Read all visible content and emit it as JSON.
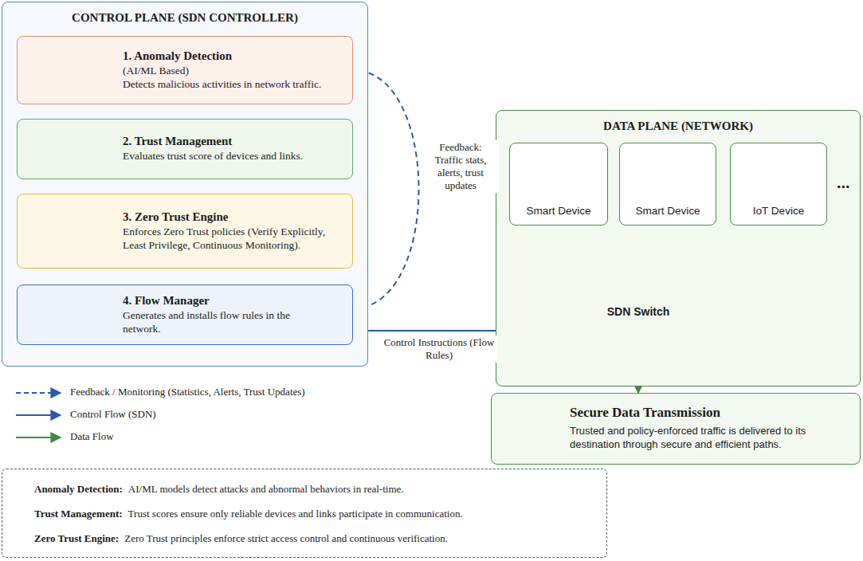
{
  "diagram": {
    "nodes": [
      {
        "text": [
          "CONTROL PLANE (SDN CONTROLLER)"
        ]
      },
      {
        "text": [
          "1. Anomaly Detection",
          "(AI/ML Based)",
          "Detects malicious activities in network traffic."
        ],
        "in": 0
      },
      {
        "text": [
          "2. Trust Management",
          "Evaluates trust score of devices and links."
        ],
        "in": 0
      },
      {
        "text": [
          "3. Zero Trust Engine",
          "Enforces Zero Trust policies (Verify Explicitly, Least Privilege, Continuous Monitoring)."
        ],
        "in": 0
      },
      {
        "text": [
          "4. Flow Manager",
          "Generates and installs flow rules in the network."
        ],
        "in": 0
      },
      {
        "text": [
          "DATA PLANE (NETWORK)"
        ]
      },
      {
        "text": [
          "Smart Device"
        ],
        "in": 5
      },
      {
        "text": [
          "Smart Device"
        ],
        "in": 5
      },
      {
        "text": [
          "IoT Device"
        ],
        "in": 5
      },
      {
        "text": [
          "SDN Switch"
        ],
        "in": 5
      },
      {
        "text": [
          "Secure Data Transmission",
          "Trusted and policy-enforced traffic is delivered to its destination through secure and efficient paths."
        ]
      },
      {
        "text": [
          "Anomaly Detection:",
          "AI/ML models detect attacks and abnormal behaviors in real-time.",
          "Trust Management:",
          "Trust scores ensure only reliable devices and links participate in communication.",
          "Zero Trust Engine:",
          "Zero Trust principles enforce strict access control and continuous verification."
        ]
      }
    ],
    "edges": [
      {
        "from": 1,
        "to": 2,
        "arrow": "to"
      },
      {
        "from": 2,
        "to": 3,
        "arrow": "to"
      },
      {
        "from": 3,
        "to": 4,
        "arrow": "to"
      },
      {
        "from": 4,
        "to": 9,
        "label": "Control Instructions (Flow Rules)",
        "arrow": "to"
      },
      {
        "from": 4,
        "to": 1,
        "label": "Feedback: Traffic stats, alerts, trust updates",
        "arrow": "to"
      },
      {
        "from": 6,
        "to": 9,
        "arrow": "to"
      },
      {
        "from": 7,
        "to": 9,
        "arrow": "to"
      },
      {
        "from": 8,
        "to": 9,
        "arrow": "to"
      },
      {
        "from": 9,
        "to": 10,
        "arrow": "to"
      }
    ],
    "labels": [
      "..."
    ],
    "legend": [
      {
        "text": "Feedback / Monitoring (Statistics, Alerts, Trust Updates)"
      },
      {
        "text": "Control Flow (SDN)"
      },
      {
        "text": "Data Flow"
      }
    ]
  }
}
